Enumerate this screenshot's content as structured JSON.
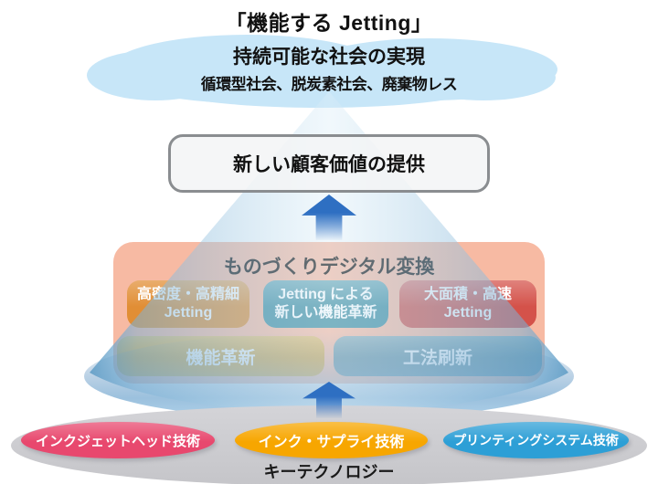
{
  "title": "「機能する Jetting」",
  "cloud": {
    "heading": "持続可能な社会の実現",
    "subheading": "循環型社会、脱炭素社会、廃棄物レス",
    "color": "#C7E6F8"
  },
  "customer_value_box": {
    "label": "新しい顧客価値の提供",
    "border_color": "#8A8D90"
  },
  "digital_transform": {
    "title": "ものづくりデジタル変換",
    "panel_color": "#F7BAA3",
    "capability_boxes": [
      {
        "line1": "高密度・高精細",
        "line2": "Jetting",
        "color": "#E18E35"
      },
      {
        "line1": "Jetting による",
        "line2": "新しい機能革新",
        "color": "#3D8DA0"
      },
      {
        "line1": "大面積・高速",
        "line2": "Jetting",
        "color": "#D4524A"
      }
    ],
    "innovation_boxes": [
      {
        "label": "機能革新",
        "color": "#D9A53E"
      },
      {
        "label": "工法刷新",
        "color": "#64909F"
      }
    ]
  },
  "key_technology": {
    "label": "キーテクノロジー",
    "base_color": "#C9C9CD",
    "technologies": [
      {
        "label": "インクジェットヘッド技術",
        "color": "#E8486E"
      },
      {
        "label": "インク・サプライ技術",
        "color": "#F7A600"
      },
      {
        "label": "プリンティングシステム技術",
        "color": "#2D9FD6"
      }
    ]
  },
  "arrow_color": "#2E6FC2",
  "cone": {
    "edge_color": "#5B9AC4",
    "center_color": "#DCEEF8",
    "base_color": "#6FA3C9"
  }
}
